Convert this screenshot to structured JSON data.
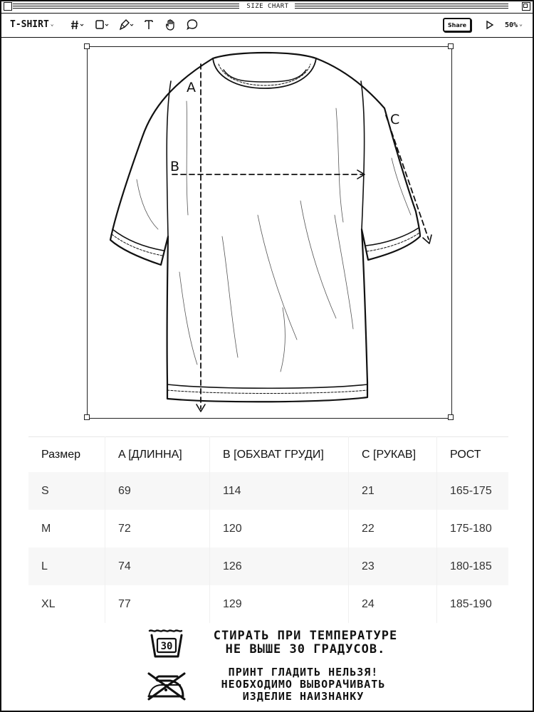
{
  "window": {
    "title": "SIZE CHART"
  },
  "toolbar": {
    "tool_name": "T-SHIRT",
    "share_label": "Share",
    "zoom": "50%"
  },
  "diagram": {
    "labels": {
      "a": "A",
      "b": "B",
      "c": "C"
    }
  },
  "table": {
    "headers": [
      "Размер",
      "A [ДЛИННА]",
      "B [ОБХВАТ ГРУДИ]",
      "C [РУКАВ]",
      "РОСТ"
    ],
    "rows": [
      [
        "S",
        "69",
        "114",
        "21",
        "165-175"
      ],
      [
        "M",
        "72",
        "120",
        "22",
        "175-180"
      ],
      [
        "L",
        "74",
        "126",
        "23",
        "180-185"
      ],
      [
        "XL",
        "77",
        "129",
        "24",
        "185-190"
      ]
    ]
  },
  "care": {
    "wash_icon_value": "30",
    "wash_lines": [
      "СТИРАТЬ ПРИ ТЕМПЕРАТУРЕ",
      "НЕ ВЫШЕ 30 ГРАДУСОВ."
    ],
    "iron_lines": [
      "ПРИНТ ГЛАДИТЬ НЕЛЬЗЯ!",
      "НЕОБХОДИМО ВЫВОРАЧИВАТЬ",
      "ИЗДЕЛИЕ НАИЗНАНКУ"
    ]
  }
}
